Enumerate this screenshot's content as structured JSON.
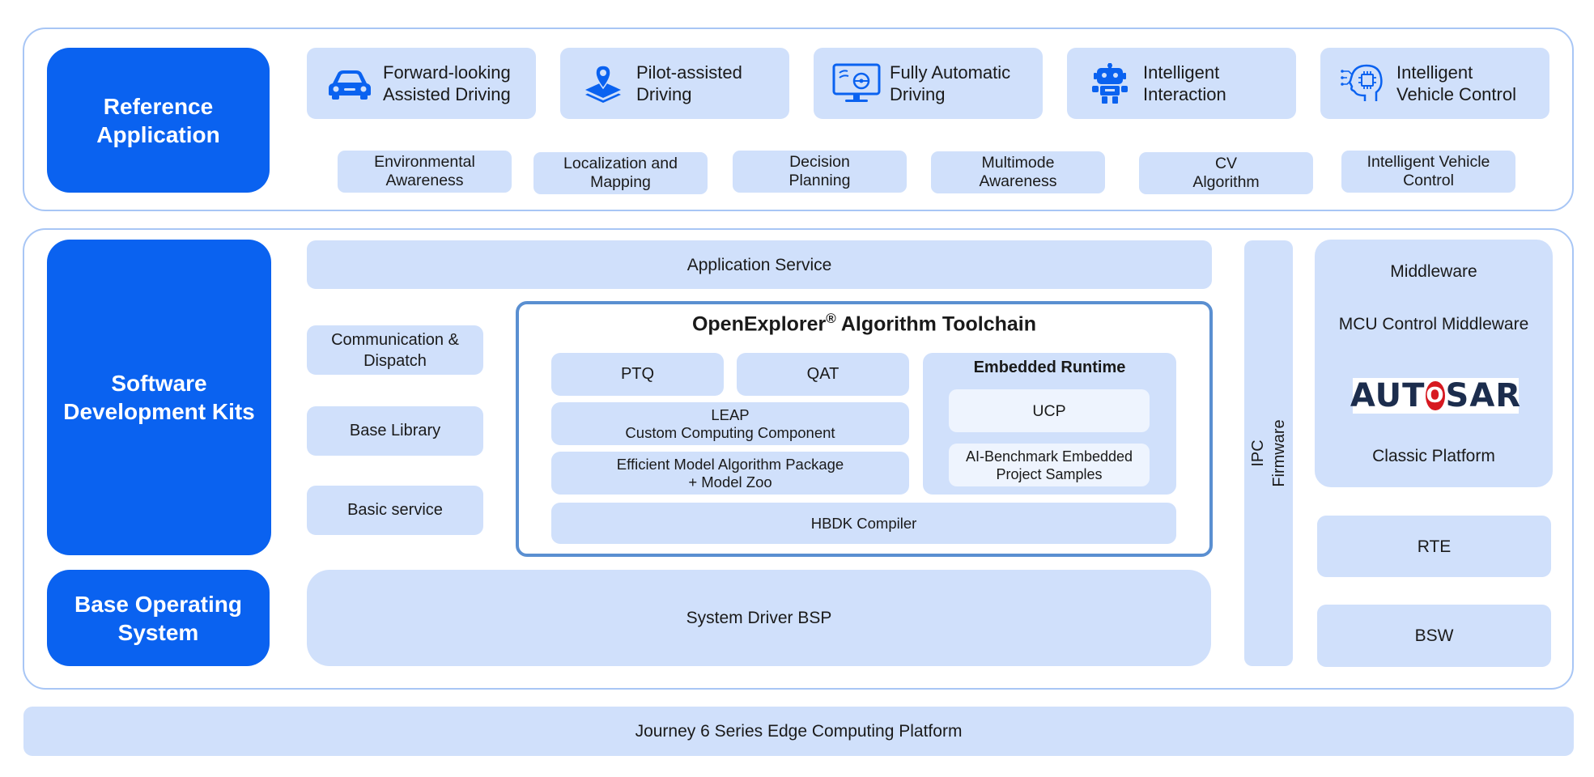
{
  "colors": {
    "primary": "#0a62f0",
    "tile": "#d0e0fb",
    "border": "#a8c6f5",
    "toolchain_border": "#5a8fd1",
    "autosar_red": "#d71920",
    "autosar_text": "#1c2d4d"
  },
  "reference_application": {
    "title": "Reference\nApplication",
    "apps": [
      {
        "label": "Forward-looking\nAssisted Driving",
        "icon": "car-icon"
      },
      {
        "label": "Pilot-assisted\nDriving",
        "icon": "location-pin-icon"
      },
      {
        "label": "Fully Automatic\nDriving",
        "icon": "monitor-steering-icon"
      },
      {
        "label": "Intelligent\nInteraction",
        "icon": "robot-icon"
      },
      {
        "label": "Intelligent\nVehicle Control",
        "icon": "head-chip-icon"
      }
    ],
    "modules": [
      "Environmental\nAwareness",
      "Localization and\nMapping",
      "Decision\nPlanning",
      "Multimode\nAwareness",
      "CV\nAlgorithm",
      "Intelligent Vehicle\nControl"
    ]
  },
  "sdk": {
    "title": "Software\nDevelopment Kits",
    "application_service": "Application Service",
    "left_items": [
      "Communication &\nDispatch",
      "Base Library",
      "Basic service"
    ],
    "toolchain": {
      "title_main": "OpenExplorer",
      "title_reg": "®",
      "title_rest": " Algorithm Toolchain",
      "ptq": "PTQ",
      "qat": "QAT",
      "leap": "LEAP\nCustom Computing Component",
      "efficient": "Efficient Model Algorithm Package\n+ Model Zoo",
      "hbdk": "HBDK Compiler",
      "embedded_runtime": {
        "title": "Embedded Runtime",
        "ucp": "UCP",
        "benchmark": "AI-Benchmark Embedded\nProject Samples"
      }
    }
  },
  "ipc_firmware": "IPC\nFirmware",
  "middleware": {
    "title": "Middleware",
    "mcu": "MCU Control Middleware",
    "logo_text": "AUTOSAR",
    "classic": "Classic Platform",
    "rte": "RTE",
    "bsw": "BSW"
  },
  "base_os": {
    "title": "Base Operating\nSystem",
    "bsp": "System Driver BSP"
  },
  "platform": "Journey 6 Series Edge Computing Platform"
}
